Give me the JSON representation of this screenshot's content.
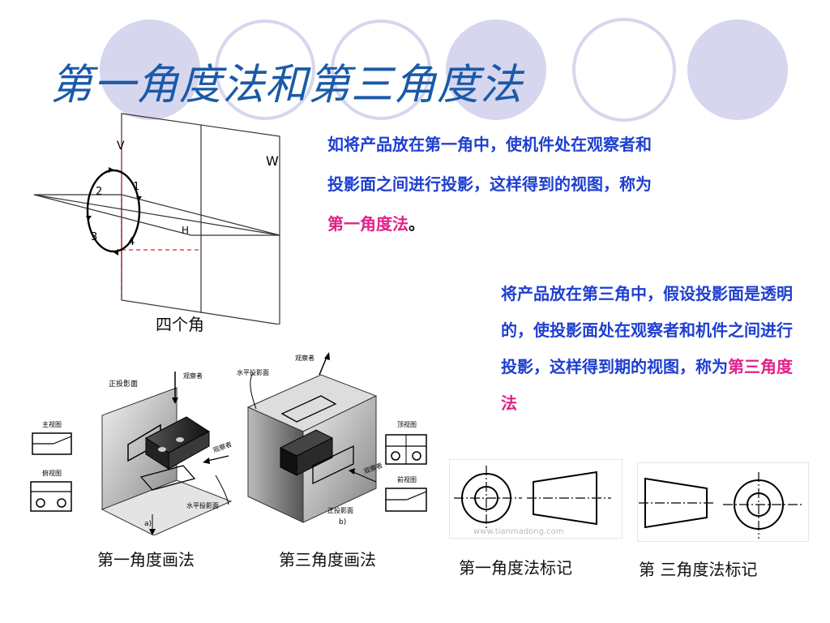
{
  "slide": {
    "title": "第一角度法和第三角度法",
    "para1": {
      "text": "如将产品放在第一角中，使机件处在观察者和投影面之间进行投影，这样得到的视图，称为",
      "highlight": "第一角度法",
      "tail": "。"
    },
    "para2": {
      "text": "将产品放在第三角中，假设投影面是透明的，使投影面处在观察者和机件之间进行投影，这样得到期的视图，称为",
      "highlight": "第三角度法"
    },
    "diagram1": {
      "caption": "四个角",
      "label_v": "V",
      "label_w": "W",
      "label_h": "H",
      "quadrants": [
        "1",
        "2",
        "3",
        "4"
      ]
    },
    "diagram2": {
      "caption": "第一角度画法",
      "labels": {
        "front_plane": "正投影面",
        "horizontal_plane": "水平投影面",
        "observer": "观察者",
        "main_view": "主视图",
        "top_view": "俯视图",
        "sub": "a)"
      }
    },
    "diagram3": {
      "caption": "第三角度画法",
      "labels": {
        "horizontal_plane": "水平投影面",
        "front_plane": "正投影面",
        "observer": "观察者",
        "top_view": "顶视图",
        "front_view": "前视图",
        "sub": "b)"
      }
    },
    "symbol1": {
      "caption": "第一角度法标记",
      "watermark": "www.tianmadong.com"
    },
    "symbol2": {
      "caption": "第 三角度法标记"
    }
  },
  "colors": {
    "title": "#1a5aa8",
    "body_text": "#1f3fd0",
    "highlight": "#e0218a",
    "circle_fill": "#d6d6ee",
    "circle_outline": "#c8c8e6"
  }
}
